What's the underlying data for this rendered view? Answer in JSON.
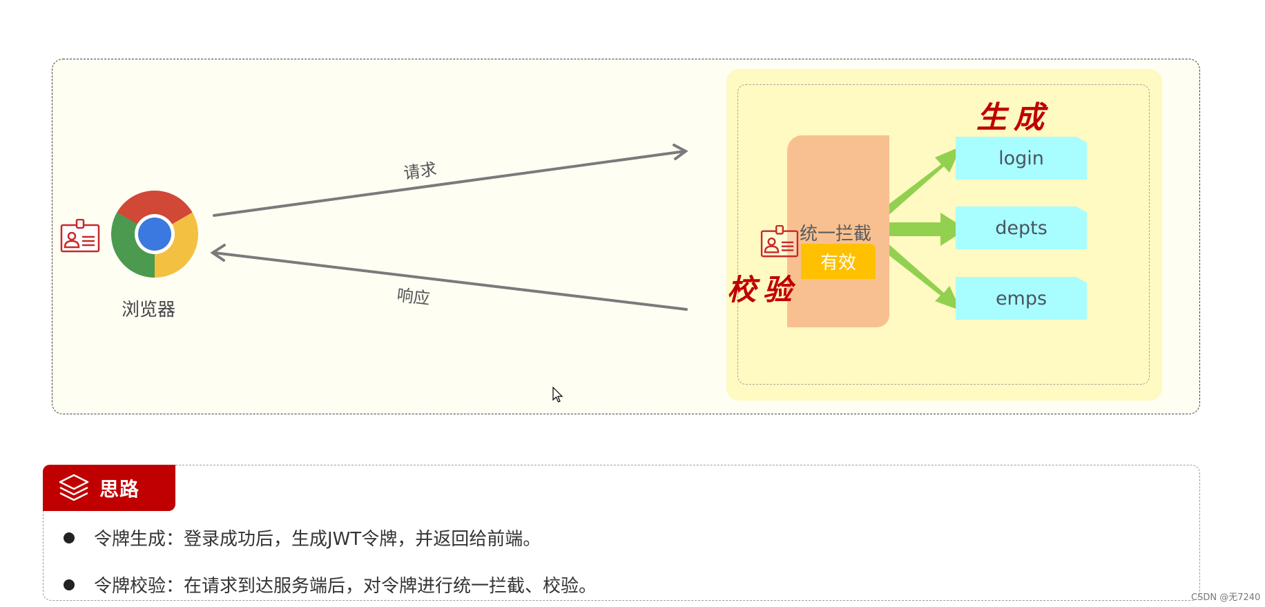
{
  "diagram": {
    "client": {
      "label": "浏览器",
      "icon": "chrome-browser-icon",
      "badge_icon": "id-card-icon"
    },
    "arrows": {
      "request_label": "请求",
      "response_label": "响应"
    },
    "server": {
      "generate_label": "生成",
      "verify_label": "校验",
      "interceptor_label": "统一拦截",
      "valid_badge": "有效",
      "badge_icon": "id-card-icon",
      "endpoints": [
        {
          "label": "login"
        },
        {
          "label": "depts"
        },
        {
          "label": "emps"
        }
      ]
    },
    "colors": {
      "panel_bg": "#fefef3",
      "server_bg": "#fff9c2",
      "interceptor": "#f8c090",
      "valid": "#ffc000",
      "endpoint": "#a8fdff",
      "flow_arrow": "#92d050",
      "accent_red": "#c00000",
      "line_gray": "#7a7a7a"
    }
  },
  "notes": {
    "title": "思路",
    "icon": "layers-icon",
    "items": [
      {
        "text": "令牌生成：登录成功后，生成JWT令牌，并返回给前端。"
      },
      {
        "text": "令牌校验：在请求到达服务端后，对令牌进行统一拦截、校验。"
      }
    ]
  },
  "watermark": "CSDN @无7240"
}
